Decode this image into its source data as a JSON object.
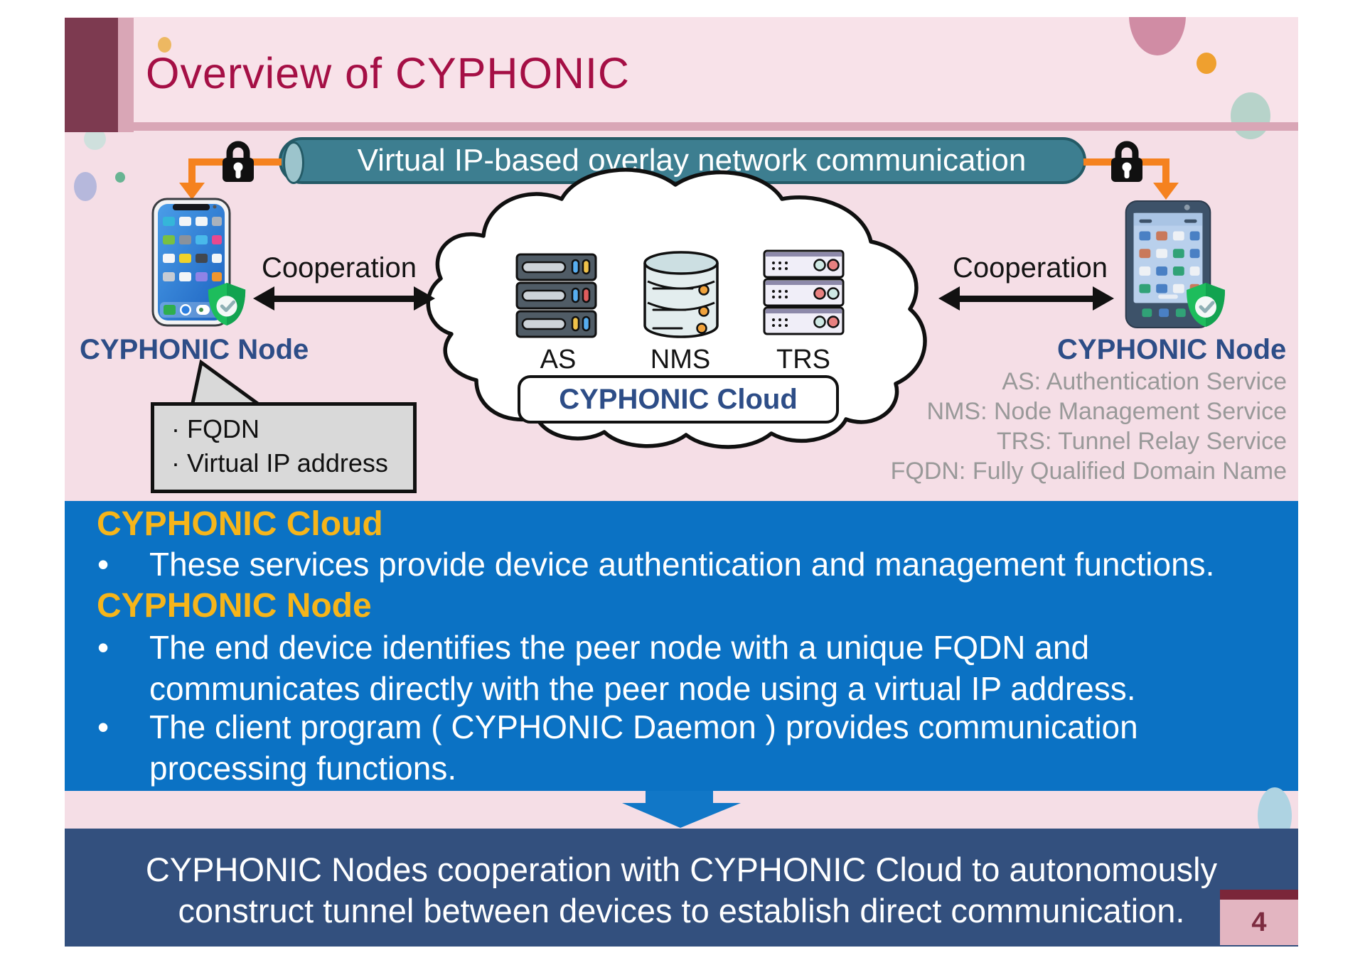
{
  "slide": {
    "title": "Overview of CYPHONIC",
    "page_number": "4",
    "banner_label": "Virtual IP-based overlay network communication",
    "diagram": {
      "left_node_label": "CYPHONIC Node",
      "right_node_label": "CYPHONIC Node",
      "cooperation_left": "Cooperation",
      "cooperation_right": "Cooperation",
      "cloud_label": "CYPHONIC Cloud",
      "servers": {
        "as": "AS",
        "nms": "NMS",
        "trs": "TRS"
      },
      "callout": {
        "bullet": "·",
        "items": [
          "FQDN",
          "Virtual IP address"
        ]
      },
      "legend": [
        "AS: Authentication Service",
        "NMS: Node Management Service",
        "TRS: Tunnel Relay Service",
        "FQDN: Fully Qualified Domain Name"
      ]
    },
    "info_box": {
      "bullet": "•",
      "heading_cloud": "CYPHONIC Cloud",
      "cloud_bullet": "These services provide device authentication and management functions.",
      "heading_node": "CYPHONIC Node",
      "node_bullet1_line1": "The end device identifies the peer node with a unique FQDN and",
      "node_bullet1_line2": "communicates directly with the peer node using a virtual IP address.",
      "node_bullet2_line1": "The client program ( CYPHONIC Daemon ) provides communication",
      "node_bullet2_line2": "processing functions."
    },
    "conclusion": {
      "line1": "CYPHONIC Nodes cooperation with CYPHONIC Cloud to autonomously",
      "line2": "construct tunnel between devices to establish direct communication."
    },
    "colors": {
      "accent_maroon": "#7d3a50",
      "title_crimson": "#a50f45",
      "rose": "#d9a6b6",
      "band_pink": "#f8e2e9",
      "body_pink": "#f5dee6",
      "teal_banner": "#3d7e90",
      "orange": "#f5821f",
      "navy_label": "#2d4d87",
      "legend_gray": "#999999",
      "info_blue": "#0b72c4",
      "heading_yellow": "#f6b51a",
      "conclusion_navy": "#33507e",
      "page_square_pink": "#e3b5c1"
    }
  }
}
